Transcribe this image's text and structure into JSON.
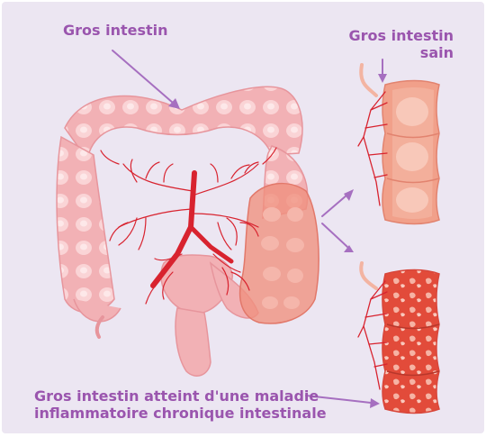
{
  "labels": {
    "colon": "Gros intestin",
    "healthy_line1": "Gros intestin",
    "healthy_line2": "sain",
    "disease_line1": "Gros intestin atteint d'une maladie",
    "disease_line2": "inflammatoire chronique intestinale"
  },
  "colors": {
    "background": "#ece6f2",
    "label_text": "#9a55ae",
    "arrow": "#a66fc0",
    "colon_pink": "#f2b1b5",
    "colon_light": "#fad4d6",
    "inflamed": "#ef8f7e",
    "vessel": "#d8232f",
    "healthy_segment": "#f1a08a",
    "diseased_segment": "#e24b3a"
  }
}
